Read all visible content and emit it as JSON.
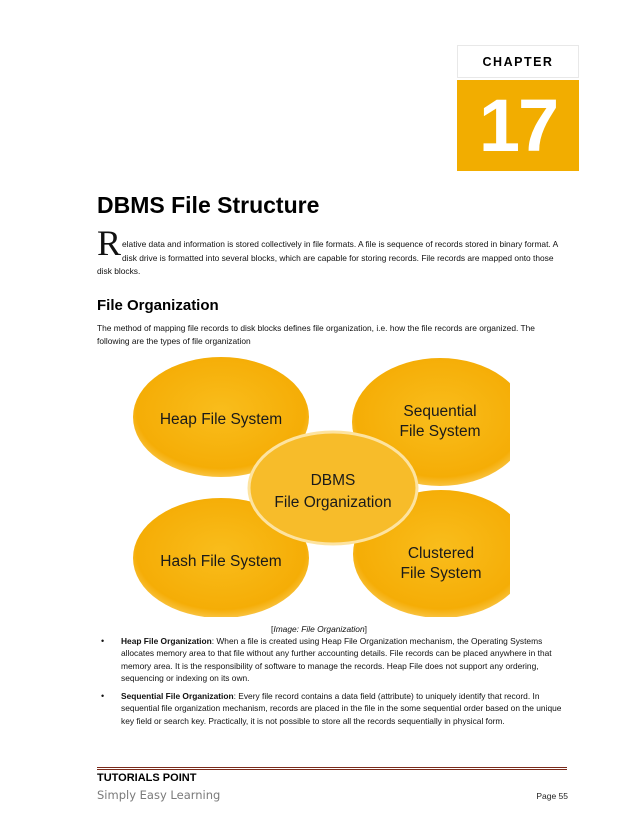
{
  "chapter": {
    "label": "CHAPTER",
    "number": "17"
  },
  "title": "DBMS File Structure",
  "intro": {
    "dropcap": "R",
    "text": "elative data and information is stored collectively in file formats. A file is sequence of records stored in binary format. A disk drive is formatted into several blocks, which are capable for storing records. File records are mapped onto those disk blocks."
  },
  "section": {
    "heading": "File Organization",
    "paragraph": "The method of mapping file records to disk blocks defines file organization, i.e. how the file records are organized. The following are the types of file organization"
  },
  "diagram": {
    "center": [
      "DBMS",
      "File Organization"
    ],
    "top_left": [
      "Heap File System"
    ],
    "top_right": [
      "Sequential",
      "File System"
    ],
    "bottom_left": [
      "Hash File System"
    ],
    "bottom_right": [
      "Clustered",
      "File System"
    ],
    "colors": {
      "outer_fill": "#f6b20b",
      "outer_edge": "#fcd66e",
      "center_fill": "#f7bc2a",
      "text": "#1a1a1a"
    }
  },
  "caption": {
    "open": "[",
    "text": "Image: File Organization",
    "close": "]"
  },
  "bullets": [
    {
      "label": "Heap File Organization",
      "text": ": When a file is created using Heap File Organization mechanism, the Operating Systems allocates memory area to that file without any further accounting details. File records can be placed anywhere in that memory area. It is the responsibility of software to manage the records. Heap File does not support any ordering, sequencing or indexing on its own."
    },
    {
      "label": "Sequential File Organization",
      "text": ": Every file record contains a data field (attribute) to uniquely identify that record. In sequential file organization mechanism, records are placed in the file in the some sequential order based on the unique key field or search key. Practically, it is not possible to store all the records sequentially in physical form."
    }
  ],
  "footer": {
    "brand": "TUTORIALS POINT",
    "tagline": "Simply Easy Learning",
    "page": "Page 55"
  }
}
